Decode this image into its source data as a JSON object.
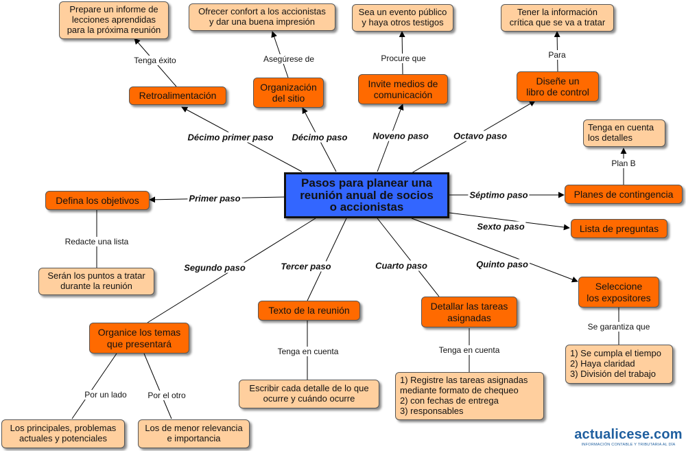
{
  "central": "Pasos para planear una\nreunión anual de socios\no accionistas",
  "nodes": {
    "retroalimentacion": "Retroalimentación",
    "informe": "Prepare un informe de\nlecciones aprendidas\npara la próxima reunión",
    "organizacion": "Organización\ndel sitio",
    "confort": "Ofrecer confort a los accionistas\ny dar una buena impresión",
    "medios": "Invite medios de\ncomunicación",
    "evento": "Sea un evento público\ny haya otros testigos",
    "libro": "Diseñe un\nlibro de control",
    "info_critica": "Tener la información\ncrítica que se va a tratar",
    "detalles": "Tenga en cuenta\nlos detalles",
    "contingencia": "Planes de contingencia",
    "preguntas": "Lista de preguntas",
    "expositores": "Seleccione\nlos expositores",
    "garantia": "1) Se cumpla el tiempo\n2) Haya claridad\n3) División del trabajo",
    "tareas": "Detallar las tareas\nasignadas",
    "registre": "1) Registre las tareas asignadas\nmediante formato de chequeo\n2) con fechas de entrega\n3) responsables",
    "texto": "Texto de la reunión",
    "escribir": "Escribir cada detalle de lo que\nocurre y cuándo ocurre",
    "temas": "Organice los temas\nque presentará",
    "principales": "Los principales, problemas\nactuales y potenciales",
    "menor": "Los de menor relevancia\ne importancia",
    "objetivos": "Defina los objetivos",
    "puntos": "Serán los puntos a tratar\ndurante la reunión"
  },
  "steps": {
    "primero": "Primer paso",
    "segundo": "Segundo paso",
    "tercero": "Tercer paso",
    "cuarto": "Cuarto paso",
    "quinto": "Quinto paso",
    "sexto": "Sexto paso",
    "septimo": "Séptimo paso",
    "octavo": "Octavo paso",
    "noveno": "Noveno paso",
    "decimo": "Décimo paso",
    "decimo_primero": "Décimo primer paso"
  },
  "connectors": {
    "tenga_exito": "Tenga éxito",
    "asegurese": "Asegúrese de",
    "procure": "Procure que",
    "para": "Para",
    "plan_b": "Plan B",
    "garantiza": "Se garantiza que",
    "tenga_cuenta_tareas": "Tenga en cuenta",
    "tenga_cuenta_texto": "Tenga en cuenta",
    "por_un_lado": "Por un lado",
    "por_el_otro": "Por el otro",
    "redacte": "Redacte una lista"
  },
  "logo": {
    "name": "actualicese.com",
    "tagline": "INFORMACIÓN CONTABLE Y TRIBUTARIA AL DÍA"
  },
  "colors": {
    "primary_node": "#ff6a00",
    "secondary_node": "#ffcf9e",
    "central_node": "#3366ff",
    "logo": "#1f5f9f"
  }
}
